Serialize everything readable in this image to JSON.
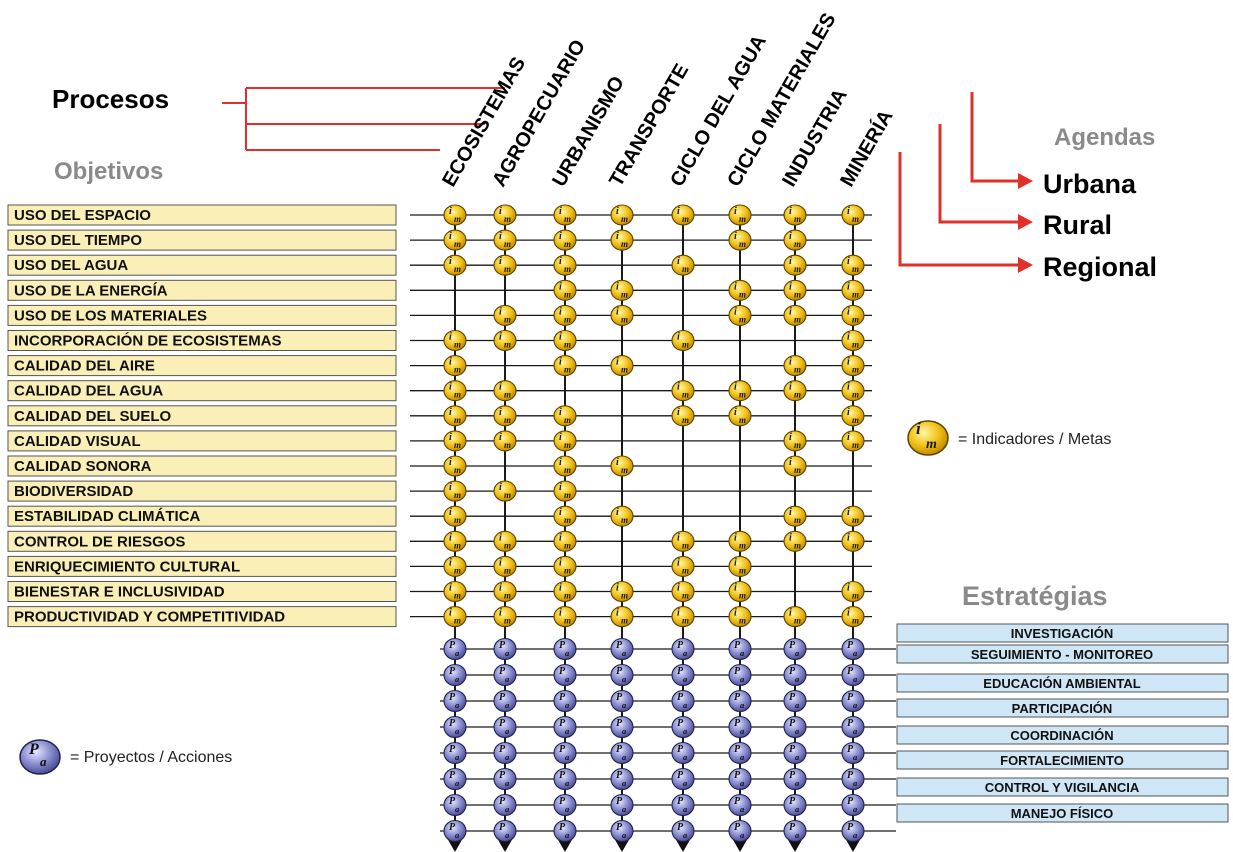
{
  "title": "Procesos",
  "objetivos_title": "Objetivos",
  "agendas_title": "Agendas",
  "estrategias_title": "Estratégias",
  "agendas": [
    "Urbana",
    "Rural",
    "Regional"
  ],
  "procesos": [
    "ECOSISTEMAS",
    "AGROPECUARIO",
    "URBANISMO",
    "TRANSPORTE",
    "CICLO DEL AGUA",
    "CICLO MATERIALES",
    "INDUSTRIA",
    "MINERÍA"
  ],
  "objetivos": [
    "USO DEL ESPACIO",
    "USO DEL TIEMPO",
    "USO DEL AGUA",
    "USO DE LA ENERGÍA",
    "USO DE LOS MATERIALES",
    "INCORPORACIÓN DE ECOSISTEMAS",
    "CALIDAD DEL AIRE",
    "CALIDAD DEL AGUA",
    "CALIDAD DEL SUELO",
    "CALIDAD VISUAL",
    "CALIDAD SONORA",
    "BIODIVERSIDAD",
    "ESTABILIDAD CLIMÁTICA",
    "CONTROL DE RIESGOS",
    "ENRIQUECIMIENTO CULTURAL",
    "BIENESTAR E INCLUSIVIDAD",
    "PRODUCTIVIDAD Y COMPETITIVIDAD"
  ],
  "estrategias": [
    "INVESTIGACIÓN",
    "SEGUIMIENTO - MONITOREO",
    "EDUCACIÓN AMBIENTAL",
    "PARTICIPACIÓN",
    "COORDINACIÓN",
    "FORTALECIMIENTO",
    "CONTROL Y VIGILANCIA",
    "MANEJO FÍSICO"
  ],
  "matrix": [
    [
      1,
      1,
      1,
      1,
      1,
      1,
      1,
      1
    ],
    [
      1,
      1,
      1,
      1,
      0,
      1,
      1,
      0
    ],
    [
      1,
      1,
      1,
      0,
      1,
      0,
      1,
      1
    ],
    [
      0,
      0,
      1,
      1,
      0,
      1,
      1,
      1
    ],
    [
      0,
      1,
      1,
      1,
      0,
      1,
      1,
      1
    ],
    [
      1,
      1,
      1,
      0,
      1,
      0,
      0,
      1
    ],
    [
      1,
      0,
      1,
      1,
      0,
      0,
      1,
      1
    ],
    [
      1,
      1,
      0,
      0,
      1,
      1,
      1,
      1
    ],
    [
      1,
      1,
      1,
      0,
      1,
      1,
      0,
      1
    ],
    [
      1,
      1,
      1,
      0,
      0,
      0,
      1,
      1
    ],
    [
      1,
      0,
      1,
      1,
      0,
      0,
      1,
      0
    ],
    [
      1,
      1,
      1,
      0,
      0,
      0,
      0,
      0
    ],
    [
      1,
      0,
      1,
      1,
      0,
      0,
      1,
      1
    ],
    [
      1,
      1,
      1,
      0,
      1,
      1,
      1,
      1
    ],
    [
      1,
      1,
      1,
      0,
      1,
      1,
      0,
      0
    ],
    [
      1,
      1,
      1,
      1,
      1,
      1,
      0,
      1
    ],
    [
      1,
      1,
      1,
      1,
      1,
      1,
      1,
      1
    ]
  ],
  "legend": {
    "indicator_i": "i",
    "indicator_m": "m",
    "indicator_text": "= Indicadores / Metas",
    "project_p": "P",
    "project_a": "a",
    "project_text": "= Proyectos / Acciones"
  },
  "colors": {
    "objetivo_fill": "#fbefb8",
    "estrategia_fill": "#cfe6f7",
    "indicator_fill": "#f2c41c",
    "project_fill": "#7c7fc0",
    "arrow_red": "#e0302a"
  }
}
